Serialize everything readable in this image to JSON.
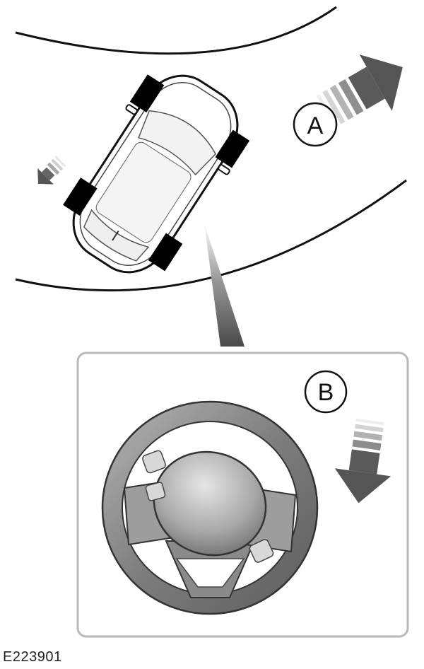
{
  "callouts": {
    "a": "A",
    "b": "B"
  },
  "figure_id": "E223901",
  "colors": {
    "line": "#111111",
    "arrow_dark": "#555555",
    "wheel_grey": "#7a7a7a",
    "panel_border": "#b9b9b9"
  }
}
